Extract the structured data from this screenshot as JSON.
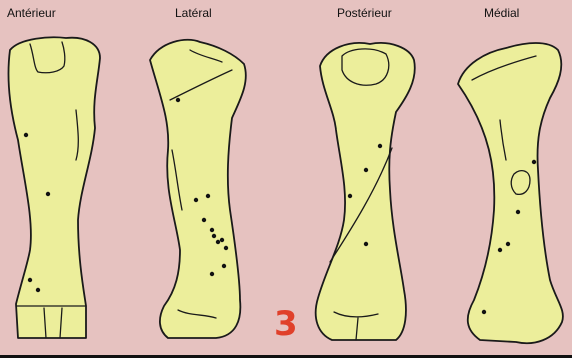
{
  "views": [
    {
      "label": "Antérieur"
    },
    {
      "label": "Latéral"
    },
    {
      "label": "Postérieur"
    },
    {
      "label": "Médial"
    }
  ],
  "figure_number": "3",
  "colors": {
    "background": "#e6c2c0",
    "bone_fill": "#ecee9b",
    "outline": "#1a1a1a",
    "figure_number": "#e0402a"
  }
}
